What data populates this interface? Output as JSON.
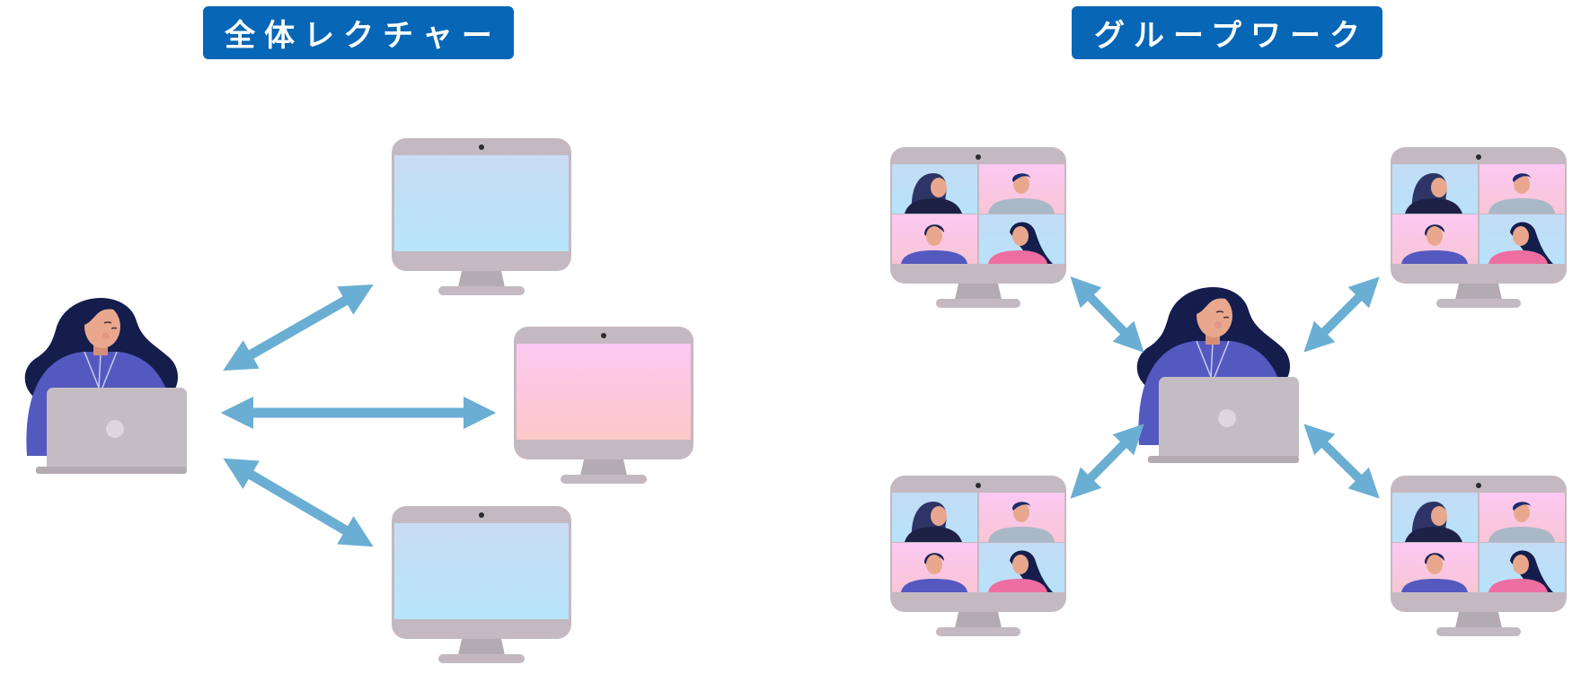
{
  "sections": {
    "left": {
      "title": "全体レクチャー",
      "pattern": "one-to-many"
    },
    "right": {
      "title": "グループワーク",
      "pattern": "many-to-many"
    }
  },
  "colors": {
    "label_bg": "#0766b5",
    "arrow": "#6aaed3",
    "monitor_frame": "#c4b9c1",
    "screen_blue_top": "#c8dcf4",
    "screen_blue_bottom": "#b7e5fb",
    "screen_pink_top": "#fcc9f3",
    "screen_pink_bottom": "#fdc8c7",
    "laptop": "#c3bdc3",
    "hair": "#141d4c",
    "jacket": "#5459c0",
    "skin": "#e9a88e"
  },
  "icons": [
    "presenter-with-laptop-icon",
    "monitor-icon",
    "video-call-grid-monitor-icon",
    "double-arrow-icon"
  ]
}
